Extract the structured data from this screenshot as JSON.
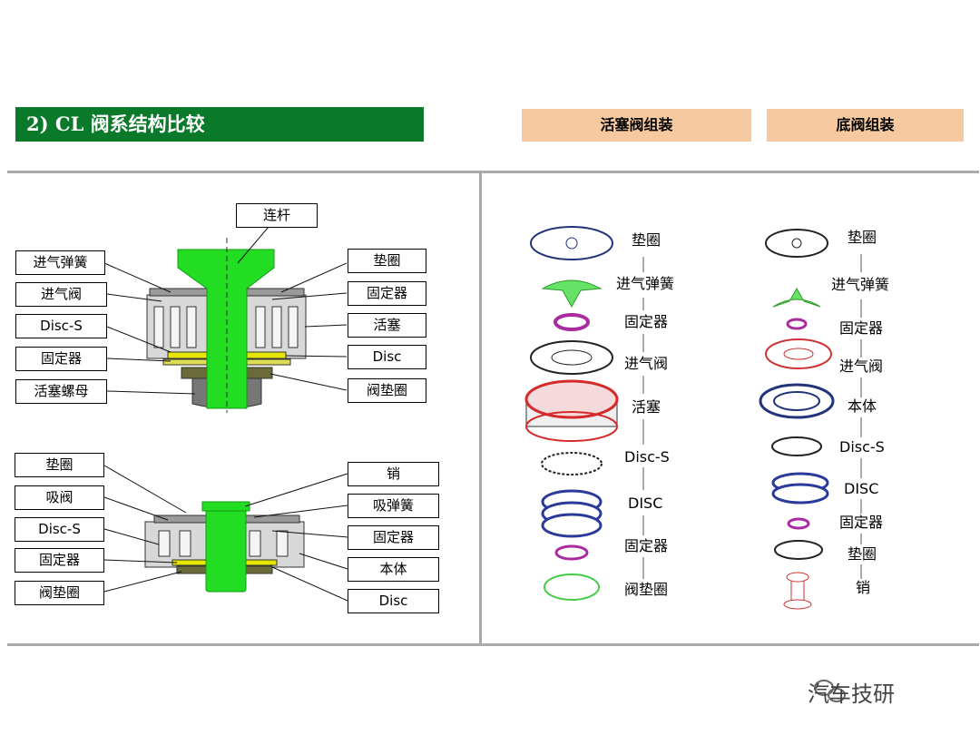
{
  "title": "2) CL 阀系结构比较",
  "headers": {
    "piston_assembly": "活塞阀组装",
    "base_assembly": "底阀组装"
  },
  "piston_diagram": {
    "top": "连杆",
    "left": [
      "进气弹簧",
      "进气阀",
      "Disc-S",
      "固定器",
      "活塞螺母"
    ],
    "right": [
      "垫圈",
      "固定器",
      "活塞",
      "Disc",
      "阀垫圈"
    ]
  },
  "base_diagram": {
    "left": [
      "垫圈",
      "吸阀",
      "Disc-S",
      "固定器",
      "阀垫圈"
    ],
    "right": [
      "销",
      "吸弹簧",
      "固定器",
      "本体",
      "Disc"
    ]
  },
  "piston_stack": [
    "垫圈",
    "进气弹簧",
    "固定器",
    "进气阀",
    "活塞",
    "Disc-S",
    "DISC",
    "固定器",
    "阀垫圈"
  ],
  "base_stack": [
    "垫圈",
    "进气弹簧",
    "固定器",
    "进气阀",
    "本体",
    "Disc-S",
    "DISC",
    "固定器",
    "垫圈",
    "销"
  ],
  "watermark": "汽车技研",
  "colors": {
    "title_bg": "#0a7a2a",
    "header_bg": "#f7c9a0",
    "rod": "#22dd22"
  }
}
